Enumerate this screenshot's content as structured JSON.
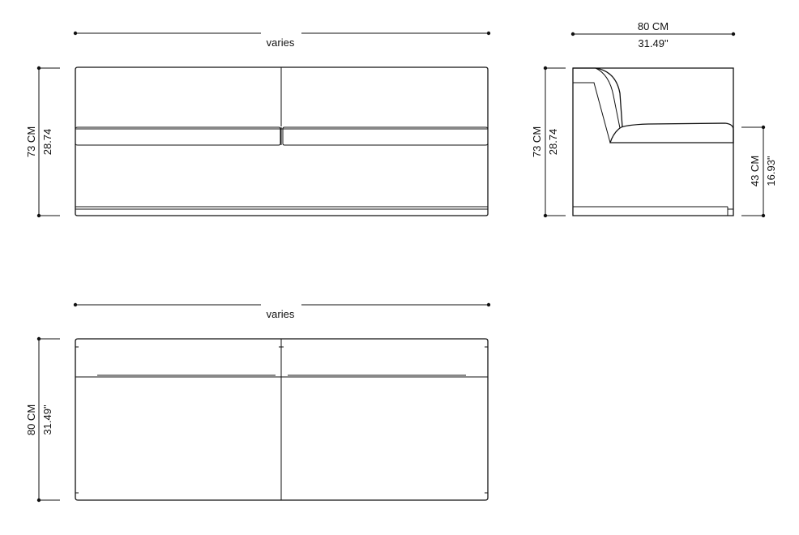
{
  "front_view": {
    "width_label": "varies",
    "height_label_cm": "73 CM",
    "height_label_in": "28.74"
  },
  "side_view": {
    "depth_label_cm": "80 CM",
    "depth_label_in": "31.49\"",
    "height_label_cm": "73 CM",
    "height_label_in": "28.74",
    "seat_height_cm": "43 CM",
    "seat_height_in": "16.93\""
  },
  "top_view": {
    "width_label": "varies",
    "depth_label_cm": "80 CM",
    "depth_label_in": "31.49\""
  },
  "colors": {
    "line": "#111111",
    "background": "#ffffff"
  }
}
